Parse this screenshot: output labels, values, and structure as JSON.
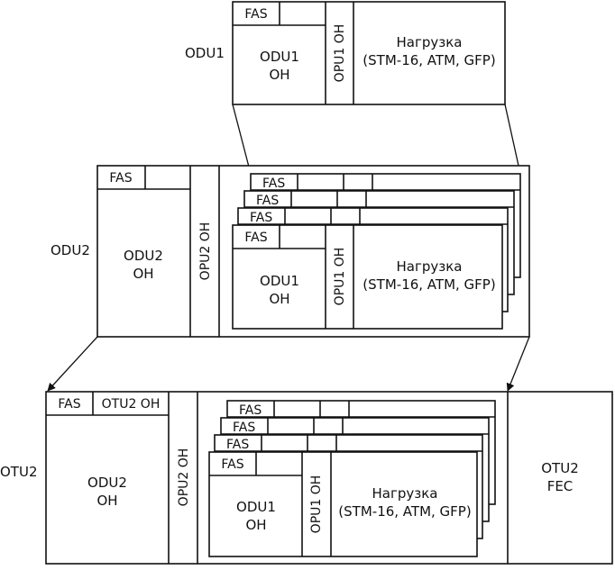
{
  "labels": {
    "odu1": "ODU1",
    "odu2": "ODU2",
    "otu2": "OTU2"
  },
  "cell": {
    "fas": "FAS",
    "odu1_oh": [
      "ODU1",
      "OH"
    ],
    "odu2_oh": [
      "ODU2",
      "OH"
    ],
    "opu1_oh": "OPU1 OH",
    "opu2_oh": "OPU2 OH",
    "otu2_oh": "OTU2 OH",
    "payload": [
      "Нагрузка",
      "(STM-16, ATM, GFP)"
    ],
    "otu2_fec": [
      "OTU2",
      "FEC"
    ]
  }
}
